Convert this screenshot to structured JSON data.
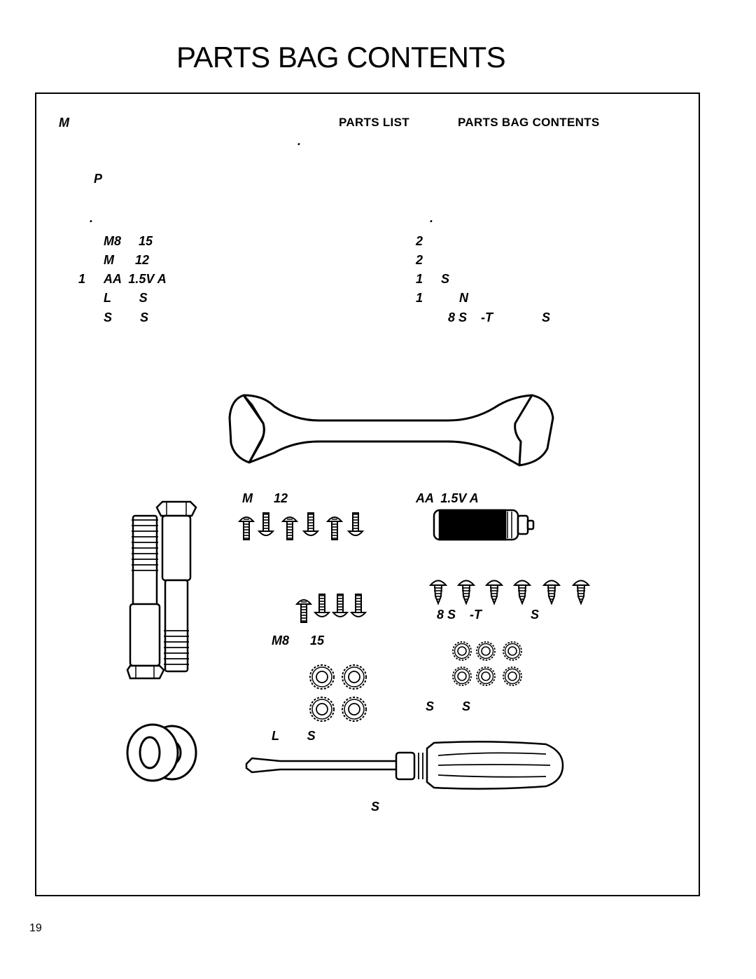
{
  "page": {
    "title": "PARTS BAG CONTENTS",
    "page_number": "19"
  },
  "intro": {
    "line1_start": "M",
    "link_parts_list": "PARTS LIST",
    "link_bag_contents": "PARTS BAG CONTENTS",
    "line2_dot": ".",
    "heading_p": "P"
  },
  "list": {
    "left_dot": ".",
    "right_dot": ".",
    "left": [
      {
        "qty": "",
        "name": "M8     15"
      },
      {
        "qty": "",
        "name": "M      12"
      },
      {
        "qty": "1",
        "name": "AA  1.5V A"
      },
      {
        "qty": "",
        "name": "L        S"
      },
      {
        "qty": "",
        "name": "S        S"
      }
    ],
    "right": [
      {
        "qty": "2",
        "name": ""
      },
      {
        "qty": "2",
        "name": ""
      },
      {
        "qty": "1",
        "name": "S"
      },
      {
        "qty": "1",
        "name": "N"
      },
      {
        "qty": "",
        "name": "8 S    -T              S"
      }
    ]
  },
  "labels": {
    "screws_m12": "M      12",
    "battery": "AA  1.5V A",
    "self_tapping": "8 S    -T              S",
    "screws_m8": "M8      15",
    "star_washers": "S        S",
    "lock_washers": "L        S",
    "screwdriver": "S"
  }
}
